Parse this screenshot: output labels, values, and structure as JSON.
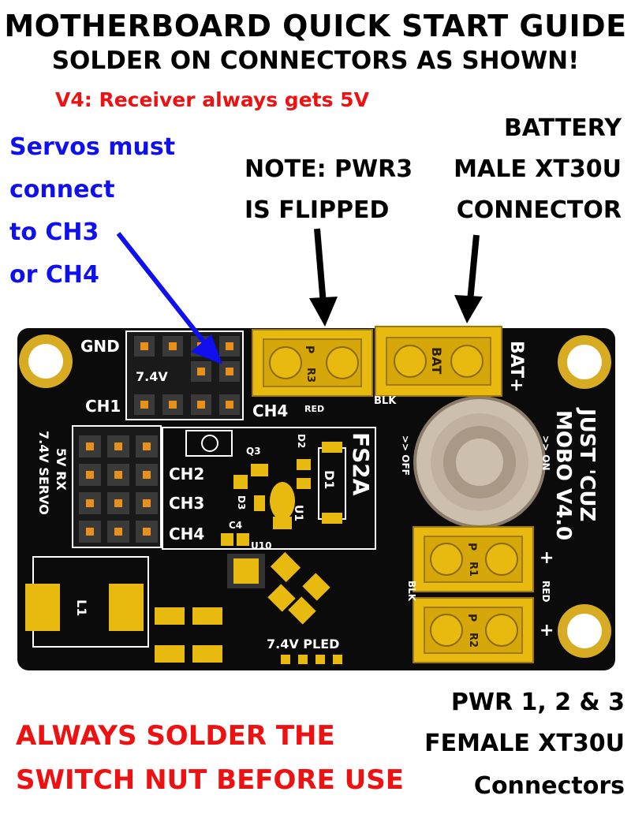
{
  "title": "MOTHERBOARD QUICK START GUIDE",
  "subtitle": "SOLDER ON CONNECTORS AS SHOWN!",
  "version_note": "V4: Receiver always gets 5V",
  "servo_note": [
    "Servos must",
    "connect",
    "to CH3",
    "or CH4"
  ],
  "pwr3_note": [
    "NOTE: PWR3",
    "IS FLIPPED"
  ],
  "battery_note": [
    "BATTERY",
    "MALE XT30U",
    "CONNECTOR"
  ],
  "warning": [
    "ALWAYS SOLDER THE",
    "SWITCH NUT BEFORE USE"
  ],
  "pwr_note": [
    "PWR 1, 2 & 3",
    "FEMALE XT30U",
    "Connectors"
  ],
  "board_labels": {
    "gnd": "GND",
    "v74": "7.4V",
    "ch1": "CH1",
    "ch4_top": "CH4",
    "red_small": "RED",
    "blk_top": "BLK",
    "bat_plus": "BAT+",
    "bat_pad": "BAT",
    "p": "P",
    "r3": "R3",
    "r1": "R1",
    "r2": "R2",
    "rx_label": "5V RX",
    "servo_label": "7.4V SERVO",
    "ch2": "CH2",
    "ch3": "CH3",
    "ch4": "CH4",
    "fs2a": "FS2A",
    "d1": "D1",
    "d2": "D2",
    "d3": "D3",
    "q3": "Q3",
    "u1": "U1",
    "c4": "C4",
    "u10": "U10",
    "l1": "L1",
    "off": ">> OFF",
    "on": ">> ON",
    "mobo1": "JUST 'CUZ",
    "mobo2": "MOBO V4.0",
    "plus": "+",
    "blk": "BLK",
    "red": "RED",
    "pled": "7.4V PLED"
  },
  "colors": {
    "board": "#0b0b0b",
    "gold": "#e8b90f",
    "text_red": "#ee1111",
    "text_blue": "#1010ee"
  }
}
